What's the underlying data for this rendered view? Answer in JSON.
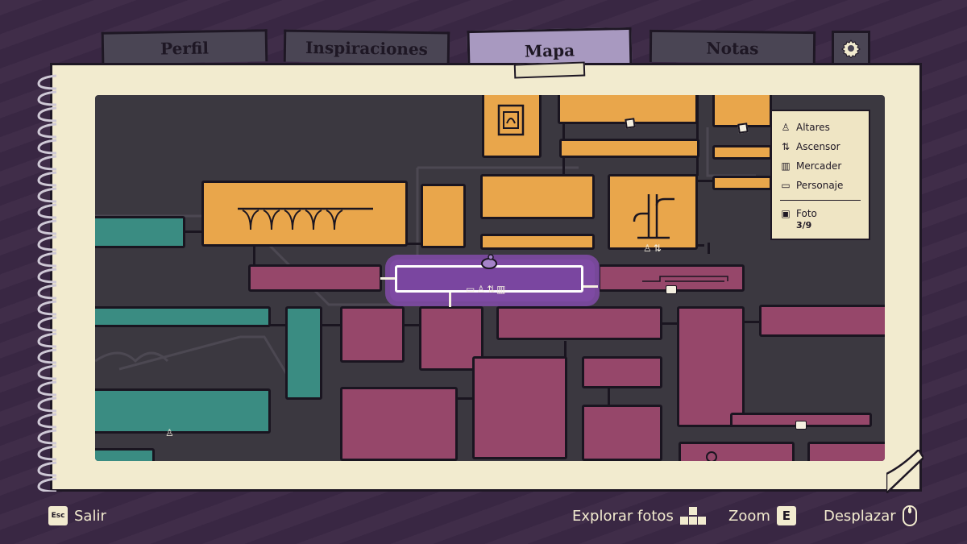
{
  "tabs": [
    {
      "label": "Perfil",
      "active": false
    },
    {
      "label": "Inspiraciones",
      "active": false
    },
    {
      "label": "Mapa",
      "active": true
    },
    {
      "label": "Notas",
      "active": false
    }
  ],
  "settings_icon": "gear-icon",
  "legend": {
    "items": [
      {
        "icon": "altar-icon",
        "label": "Altares"
      },
      {
        "icon": "elevator-icon",
        "label": "Ascensor"
      },
      {
        "icon": "merchant-icon",
        "label": "Mercader"
      },
      {
        "icon": "speech-bubble-icon",
        "label": "Personaje"
      }
    ],
    "photo": {
      "icon": "photo-icon",
      "label": "Foto",
      "count": "3/9"
    }
  },
  "footer": {
    "exit_key": "Esc",
    "exit_label": "Salir",
    "explore_label": "Explorar fotos",
    "zoom_label": "Zoom",
    "zoom_key": "E",
    "pan_label": "Desplazar"
  },
  "colors": {
    "background": "#3b2845",
    "paper": "#f2ebcf",
    "room_orange": "#e9a64b",
    "room_magenta": "#96476a",
    "room_teal": "#3a8c82",
    "current_room": "#7a46a0",
    "active_tab": "#a899c0"
  }
}
